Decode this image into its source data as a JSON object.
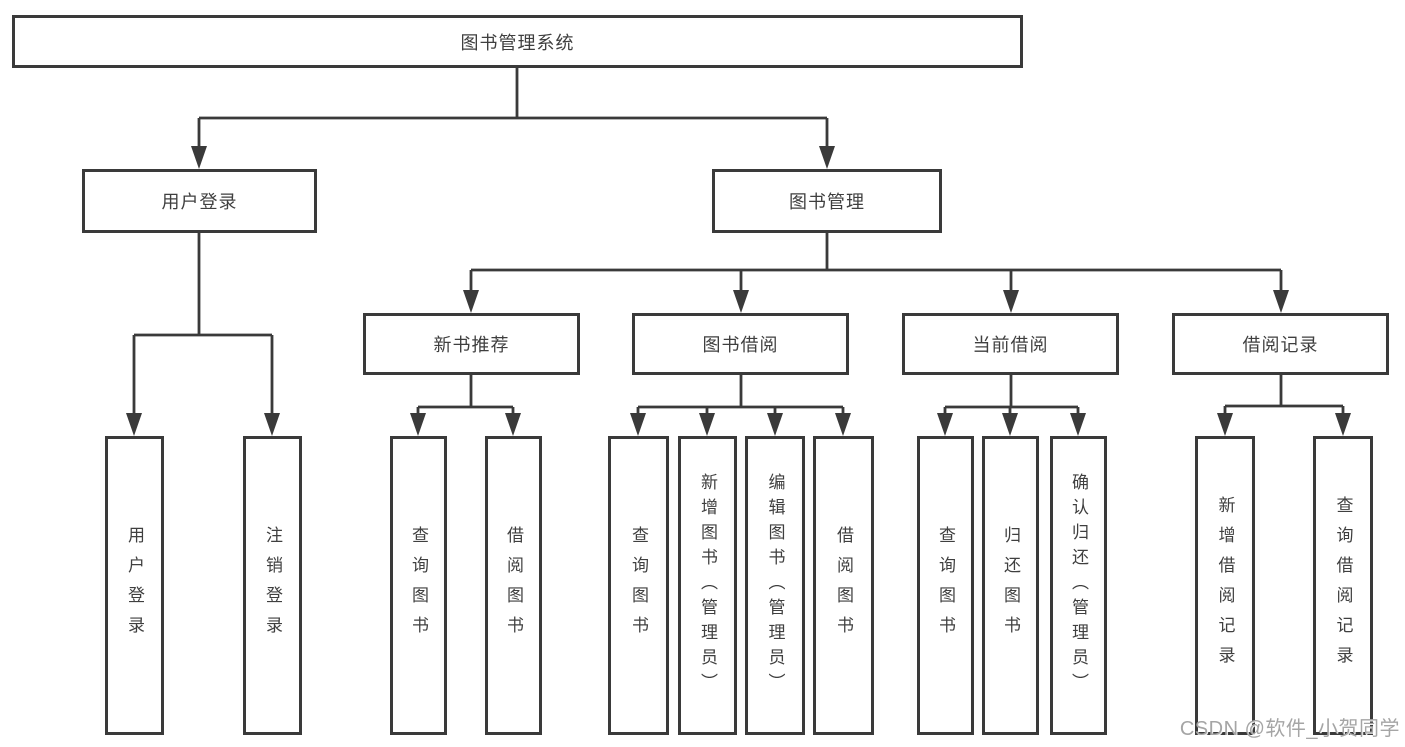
{
  "diagram": {
    "title": "图书管理系统",
    "level2": {
      "user_login": "用户登录",
      "book_management": "图书管理"
    },
    "level3": {
      "new_book_recommend": "新书推荐",
      "book_borrow": "图书借阅",
      "current_borrow": "当前借阅",
      "borrow_record": "借阅记录"
    },
    "leaves": {
      "user_login_1": "用户登录",
      "user_login_2": "注销登录",
      "new_book_1": "查询图书",
      "new_book_2": "借阅图书",
      "book_borrow_1": "查询图书",
      "book_borrow_2": "新增图书（管理员）",
      "book_borrow_3": "编辑图书（管理员）",
      "book_borrow_4": "借阅图书",
      "current_borrow_1": "查询图书",
      "current_borrow_2": "归还图书",
      "current_borrow_3": "确认归还（管理员）",
      "borrow_record_1": "新增借阅记录",
      "borrow_record_2": "查询借阅记录"
    },
    "watermark": "CSDN @软件_小贺同学",
    "colors": {
      "line": "#3a3a3a",
      "text": "#3f3f3f",
      "background": "#ffffff",
      "watermark": "#a5a5a5"
    }
  }
}
